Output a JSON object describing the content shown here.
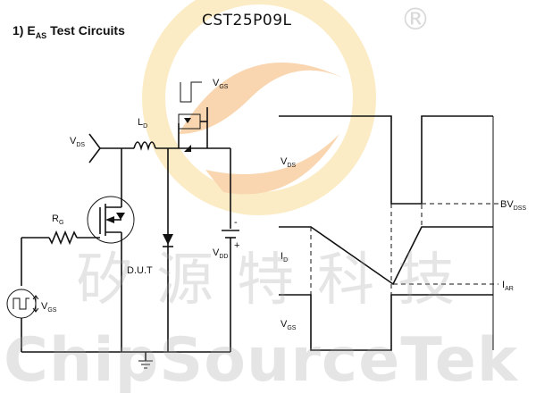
{
  "header": {
    "section_number": "1)",
    "section_title_main": "E",
    "section_title_sub": "AS",
    "section_title_rest": " Test Circuits",
    "part_number": "CST25P09L",
    "registered_mark": "®"
  },
  "watermark": {
    "chinese_text": "矽源特科技",
    "english_text": "ChipSourceTek"
  },
  "circuit": {
    "vds_main": "V",
    "vds_sub": "DS",
    "ld_main": "L",
    "ld_sub": "D",
    "vgs_top_main": "V",
    "vgs_top_sub": "GS",
    "rg_main": "R",
    "rg_sub": "G",
    "dut_label": "D.U.T",
    "vdd_main": "V",
    "vdd_sub": "DD",
    "vgs_src_main": "V",
    "vgs_src_sub": "GS",
    "minus_sign": "-",
    "plus_sign": "+"
  },
  "waveforms": {
    "vds_main": "V",
    "vds_sub": "DS",
    "id_main": "I",
    "id_sub": "D",
    "vgs_main": "V",
    "vgs_sub": "GS",
    "bvdss_main": "BV",
    "bvdss_sub": "DSS",
    "iar_main": "I",
    "iar_sub": "AR"
  },
  "colors": {
    "logo_orange": "#f5b571",
    "logo_yellow": "#f9dd97",
    "ink": "#111111",
    "watermark_gray": "#a0a0a0"
  }
}
